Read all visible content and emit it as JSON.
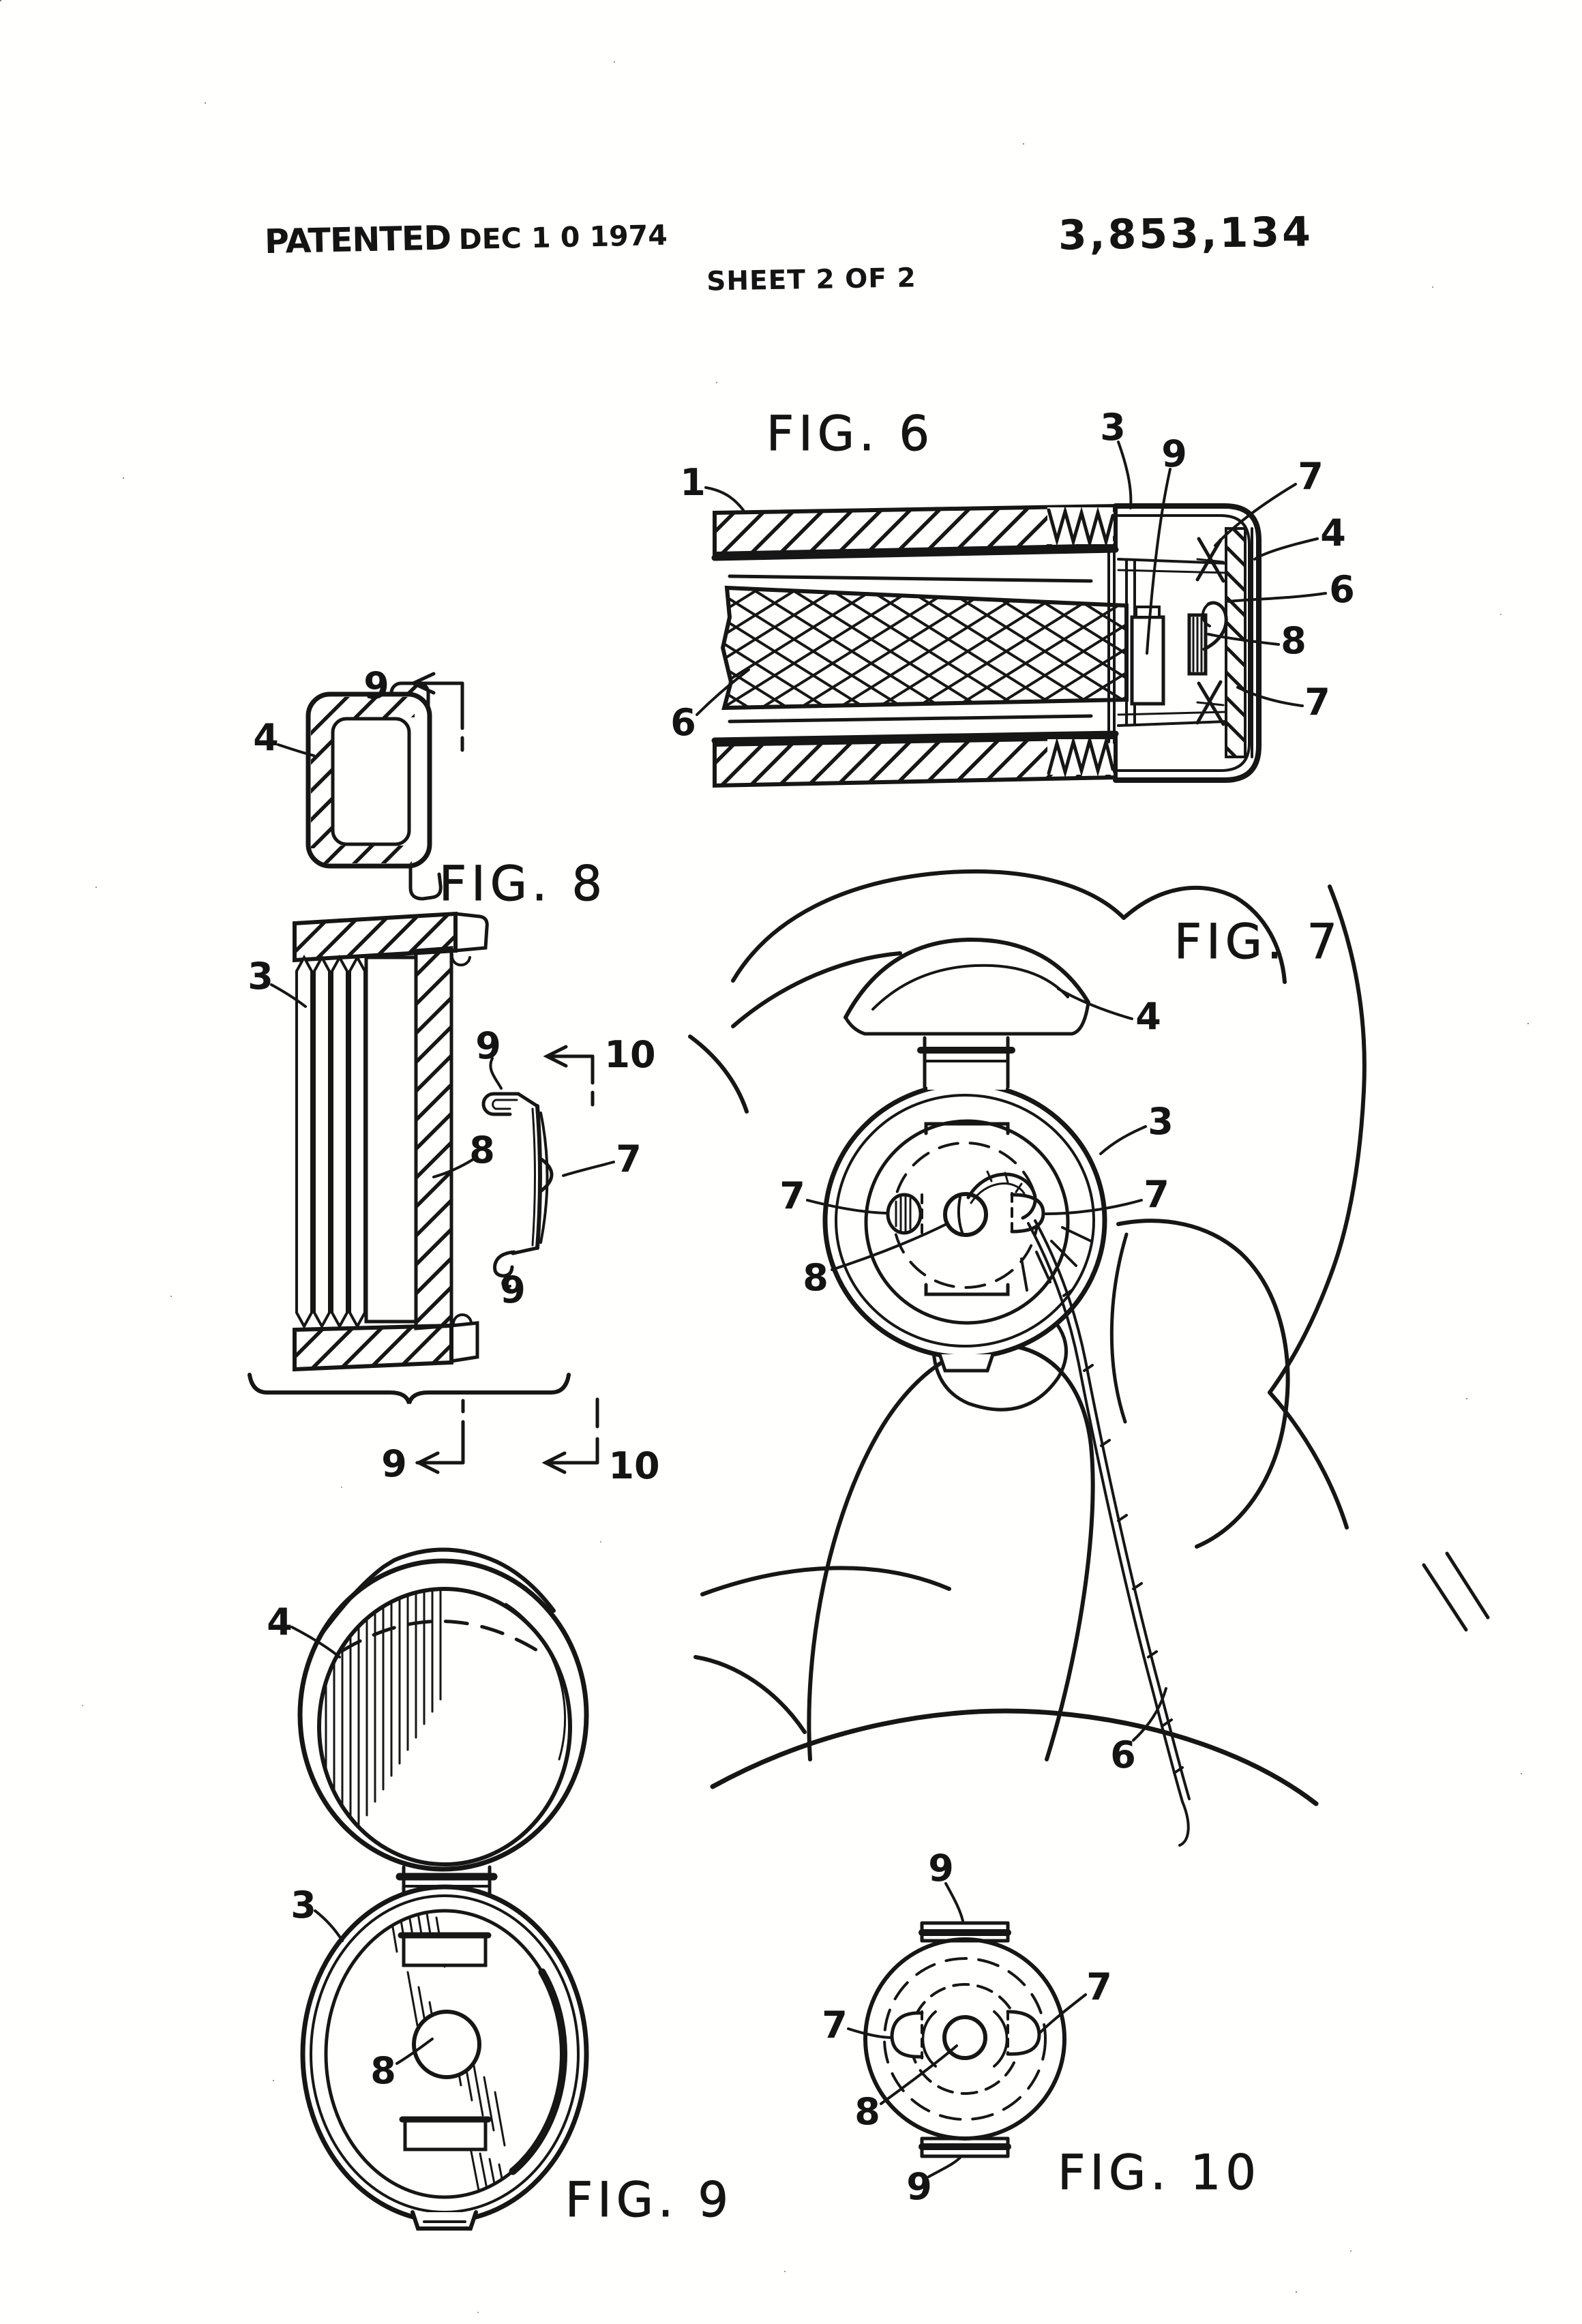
{
  "header": {
    "patented_stamp": "PATENTED",
    "patent_date": "DEC 1 0 1974",
    "patent_number": "3,853,134",
    "sheet_label": "SHEET 2 OF 2"
  },
  "figures": {
    "fig6": {
      "title": "FIG. 6",
      "callouts": {
        "c1": "1",
        "c3": "3",
        "c9": "9",
        "c7_top": "7",
        "c4": "4",
        "c6_right": "6",
        "c8": "8",
        "c7_bottom": "7",
        "c6_left": "6"
      }
    },
    "fig7": {
      "title": "FIG. 7",
      "callouts": {
        "c4": "4",
        "c3": "3",
        "c7_right": "7",
        "c7_left": "7",
        "c8": "8",
        "c6": "6"
      }
    },
    "fig8": {
      "title": "FIG. 8",
      "callouts": {
        "c9_top": "9",
        "c4": "4",
        "c3": "3",
        "c9_clip_top": "9",
        "c10_top": "10",
        "c8": "8",
        "c7": "7",
        "c9_clip_bottom": "9",
        "c9_bottom": "9",
        "c10_bottom": "10"
      }
    },
    "fig9": {
      "title": "FIG. 9",
      "callouts": {
        "c4": "4",
        "c3": "3",
        "c8": "8"
      }
    },
    "fig10": {
      "title": "FIG. 10",
      "callouts": {
        "c9_top": "9",
        "c7_left": "7",
        "c7_right": "7",
        "c8": "8",
        "c9_bottom": "9"
      }
    }
  }
}
